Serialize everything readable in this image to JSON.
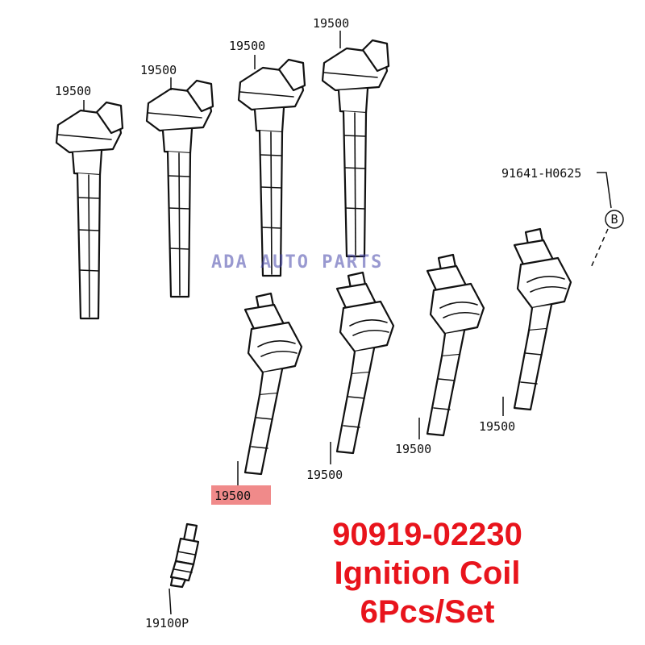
{
  "labels": {
    "coil_part": "19500",
    "bolt_part": "91641-H0625",
    "plug_part": "19100P",
    "ref_mark": "B"
  },
  "watermark": "ADA AUTO PARTS",
  "caption": {
    "part_number": "90919-02230",
    "name": "Ignition Coil",
    "quantity": "6Pcs/Set"
  },
  "colors": {
    "caption": "#e8141c",
    "highlight": "#f08a8a",
    "watermark": "#4646aa"
  }
}
